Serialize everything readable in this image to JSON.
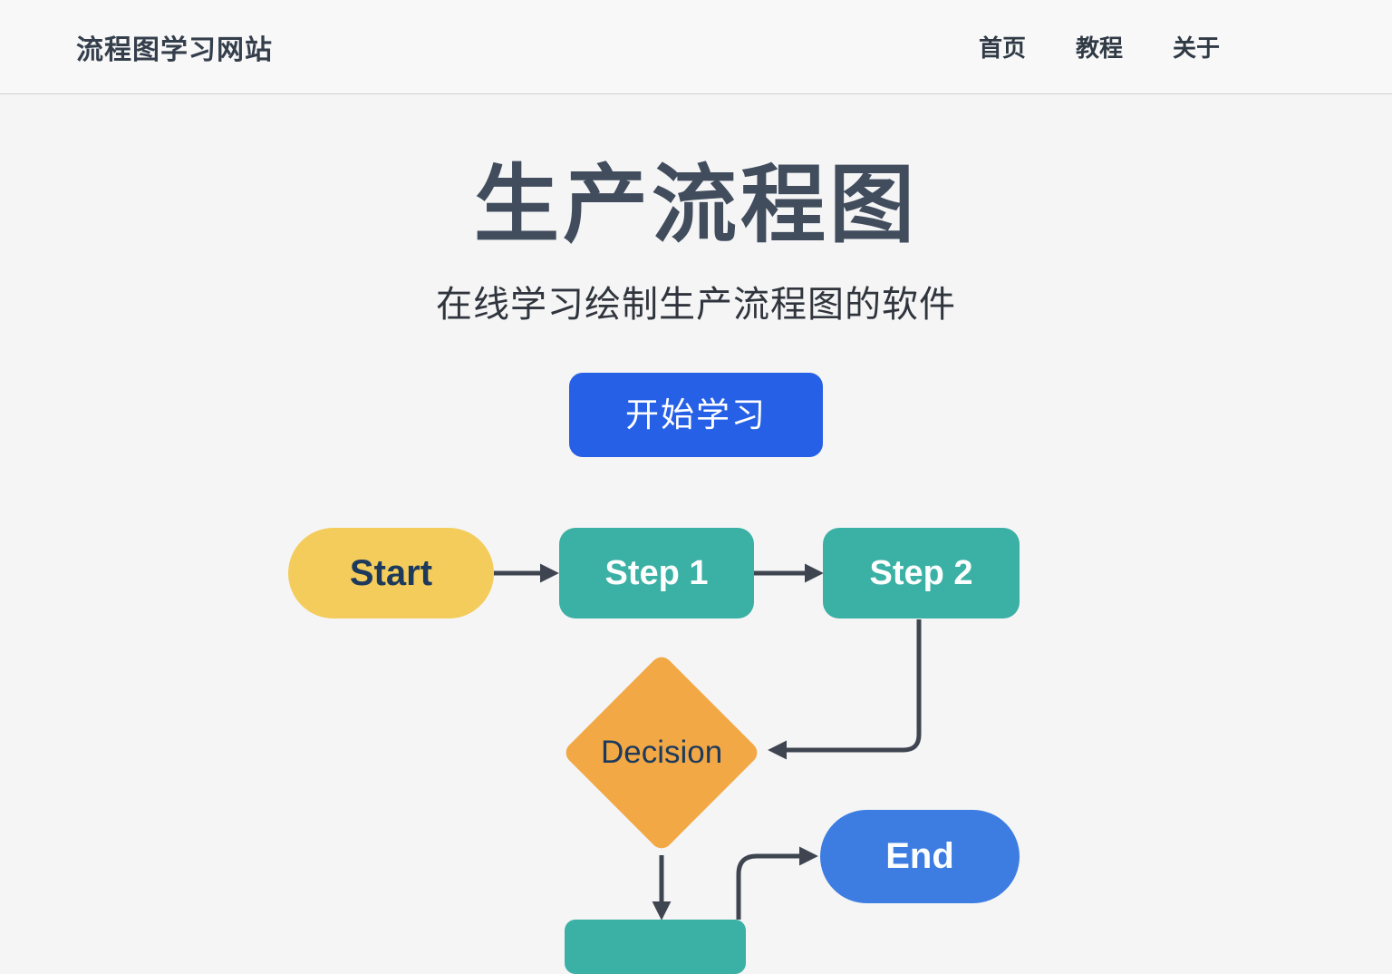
{
  "colors": {
    "page_bg": "#f5f5f6",
    "header_bg": "#f8f8f9",
    "header_border": "#d0d1d4",
    "accent_blue": "#2560e6",
    "node_start_bg": "#f4cc5b",
    "node_step_bg": "#3bb0a4",
    "node_decision_bg": "#f2a845",
    "node_end_bg": "#3d7de2",
    "connector": "#3f4550",
    "text_dark_navy": "#1d3a5c"
  },
  "header": {
    "logo": "流程图学习网站",
    "nav": [
      {
        "label": "首页"
      },
      {
        "label": "教程"
      },
      {
        "label": "关于"
      }
    ]
  },
  "hero": {
    "title": "生产流程图",
    "subtitle": "在线学习绘制生产流程图的软件",
    "cta_label": "开始学习"
  },
  "flowchart": {
    "nodes": [
      {
        "id": "start",
        "label": "Start",
        "shape": "pill"
      },
      {
        "id": "step1",
        "label": "Step 1",
        "shape": "rounded-rect"
      },
      {
        "id": "step2",
        "label": "Step 2",
        "shape": "rounded-rect"
      },
      {
        "id": "decision",
        "label": "Decision",
        "shape": "diamond"
      },
      {
        "id": "end",
        "label": "End",
        "shape": "pill"
      },
      {
        "id": "process",
        "label": "",
        "shape": "rounded-rect"
      }
    ],
    "edges": [
      {
        "from": "start",
        "to": "step1"
      },
      {
        "from": "step1",
        "to": "step2"
      },
      {
        "from": "step2",
        "to": "decision"
      },
      {
        "from": "decision",
        "to": "process"
      },
      {
        "from": "process",
        "to": "end"
      }
    ]
  }
}
